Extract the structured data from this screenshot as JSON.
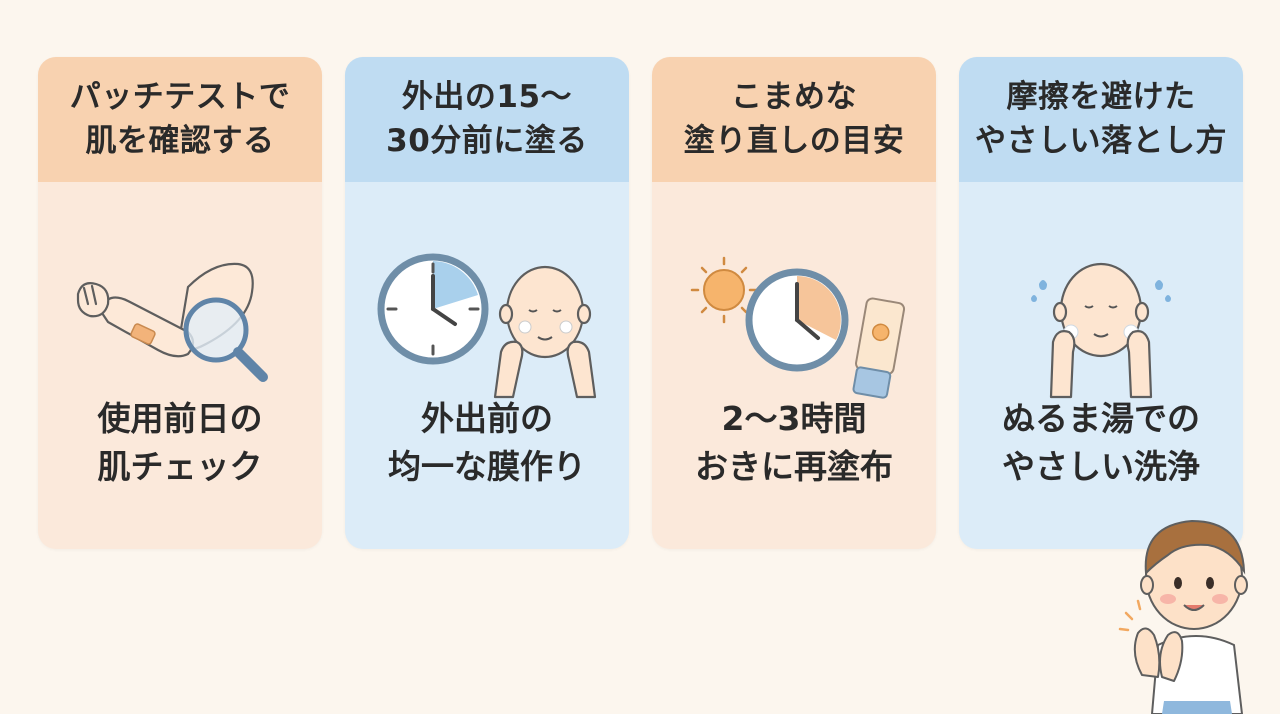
{
  "cards": [
    {
      "title": [
        "パッチテストで",
        "肌を確認する"
      ],
      "caption": [
        "使用前日の",
        "肌チェック"
      ],
      "icon": "arm-magnifier-icon"
    },
    {
      "title": [
        "外出の15〜",
        "30分前に塗る"
      ],
      "caption": [
        "外出前の",
        "均一な膜作り"
      ],
      "icon": "clock-face-icon"
    },
    {
      "title": [
        "こまめな",
        "塗り直しの目安"
      ],
      "caption": [
        "2〜3時間",
        "おきに再塗布"
      ],
      "icon": "sun-clock-sunscreen-icon"
    },
    {
      "title": [
        "摩擦を避けた",
        "やさしい落とし方"
      ],
      "caption": [
        "ぬるま湯での",
        "やさしい洗浄"
      ],
      "icon": "face-washing-icon"
    }
  ],
  "colors": {
    "background": "#fcf6ee",
    "peach_card": "#fbe9db",
    "peach_header": "#f8d2b0",
    "blue_card": "#dcecf8",
    "blue_header": "#bfdcf2",
    "accent_orange": "#f2a860"
  }
}
